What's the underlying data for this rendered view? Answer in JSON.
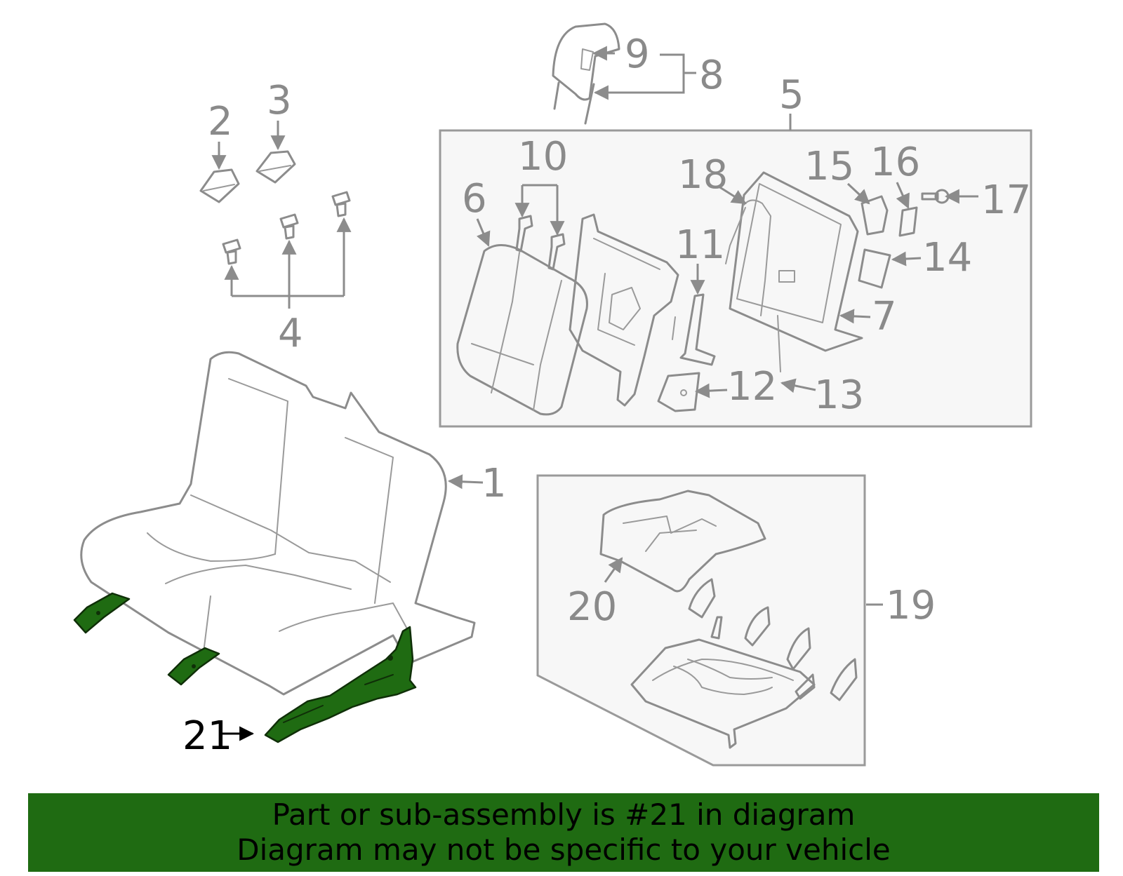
{
  "diagram": {
    "callouts": [
      "1",
      "2",
      "3",
      "4",
      "5",
      "6",
      "7",
      "8",
      "9",
      "10",
      "11",
      "12",
      "13",
      "14",
      "15",
      "16",
      "17",
      "18",
      "19",
      "20",
      "21"
    ],
    "highlighted_part": "21",
    "highlight_color": "#1f6b12",
    "line_color": "#8c8c8c"
  },
  "banner": {
    "line1": "Part or sub-assembly is #21 in diagram",
    "line2": "Diagram may not be specific to your vehicle",
    "background": "#1f6b12"
  }
}
